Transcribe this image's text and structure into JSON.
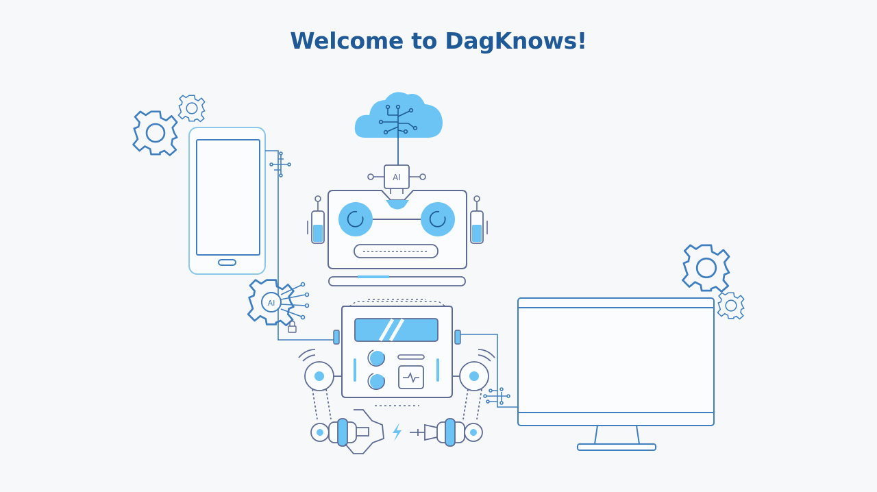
{
  "page": {
    "title": "Welcome to DagKnows!"
  },
  "illustration": {
    "chip_label": "AI",
    "gear_chip_label": "AI"
  },
  "colors": {
    "title": "#1f5a96",
    "line_dark": "#5d6b94",
    "line_blue": "#3f7fc0",
    "accent": "#6cc4f5",
    "background": "#f7f8fa"
  }
}
